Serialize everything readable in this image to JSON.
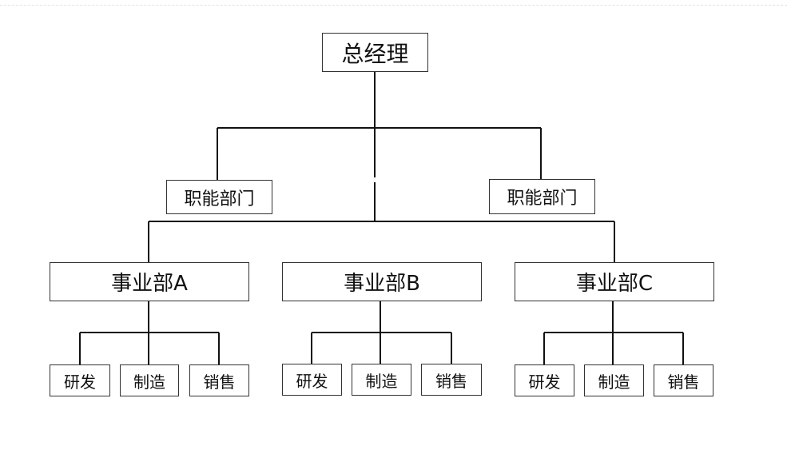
{
  "org_chart": {
    "top": "总经理",
    "functional_depts": [
      "职能部门",
      "职能部门"
    ],
    "divisions": [
      {
        "name": "事业部A",
        "units": [
          "研发",
          "制造",
          "销售"
        ]
      },
      {
        "name": "事业部B",
        "units": [
          "研发",
          "制造",
          "销售"
        ]
      },
      {
        "name": "事业部C",
        "units": [
          "研发",
          "制造",
          "销售"
        ]
      }
    ]
  }
}
